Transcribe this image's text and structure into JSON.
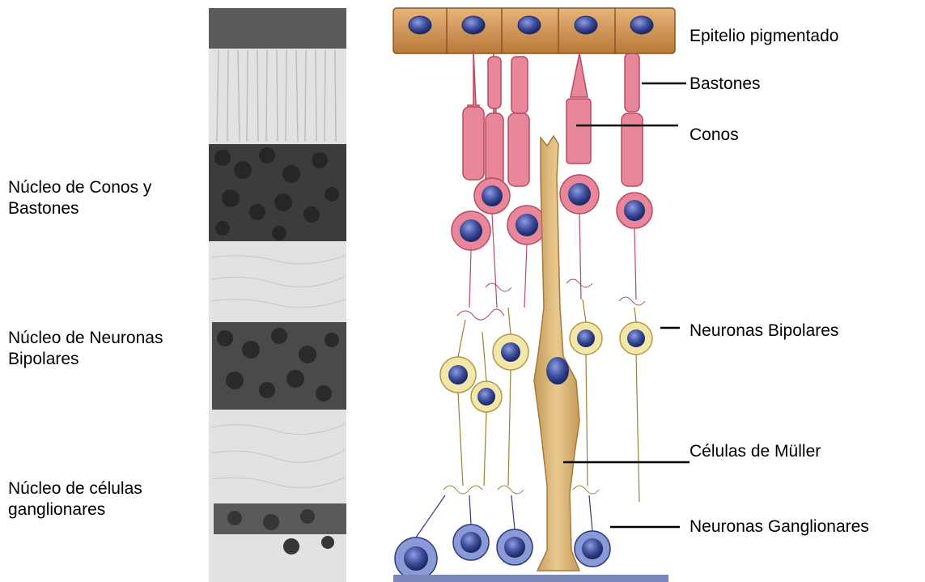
{
  "left_labels": {
    "conos_bastones_nucleus": "Núcleo de Conos y Bastones",
    "bipolar_nucleus": "Núcleo de Neuronas Bipolares",
    "ganglion_nucleus": "Núcleo de células ganglionares"
  },
  "right_labels": {
    "pigment_epithelium": "Epitelio pigmentado",
    "rods": "Bastones",
    "cones": "Conos",
    "bipolar_neurons": "Neuronas Bipolares",
    "muller_cells": "Células de Müller",
    "ganglion_neurons": "Neuronas Ganglionares"
  },
  "colors": {
    "epithelium": "#c98a4a",
    "photoreceptor": "#e8869a",
    "bipolar": "#f2e6a8",
    "muller": "#d6ae6c",
    "ganglion": "#5a6fb4",
    "nucleus": "#3f4f9e"
  }
}
